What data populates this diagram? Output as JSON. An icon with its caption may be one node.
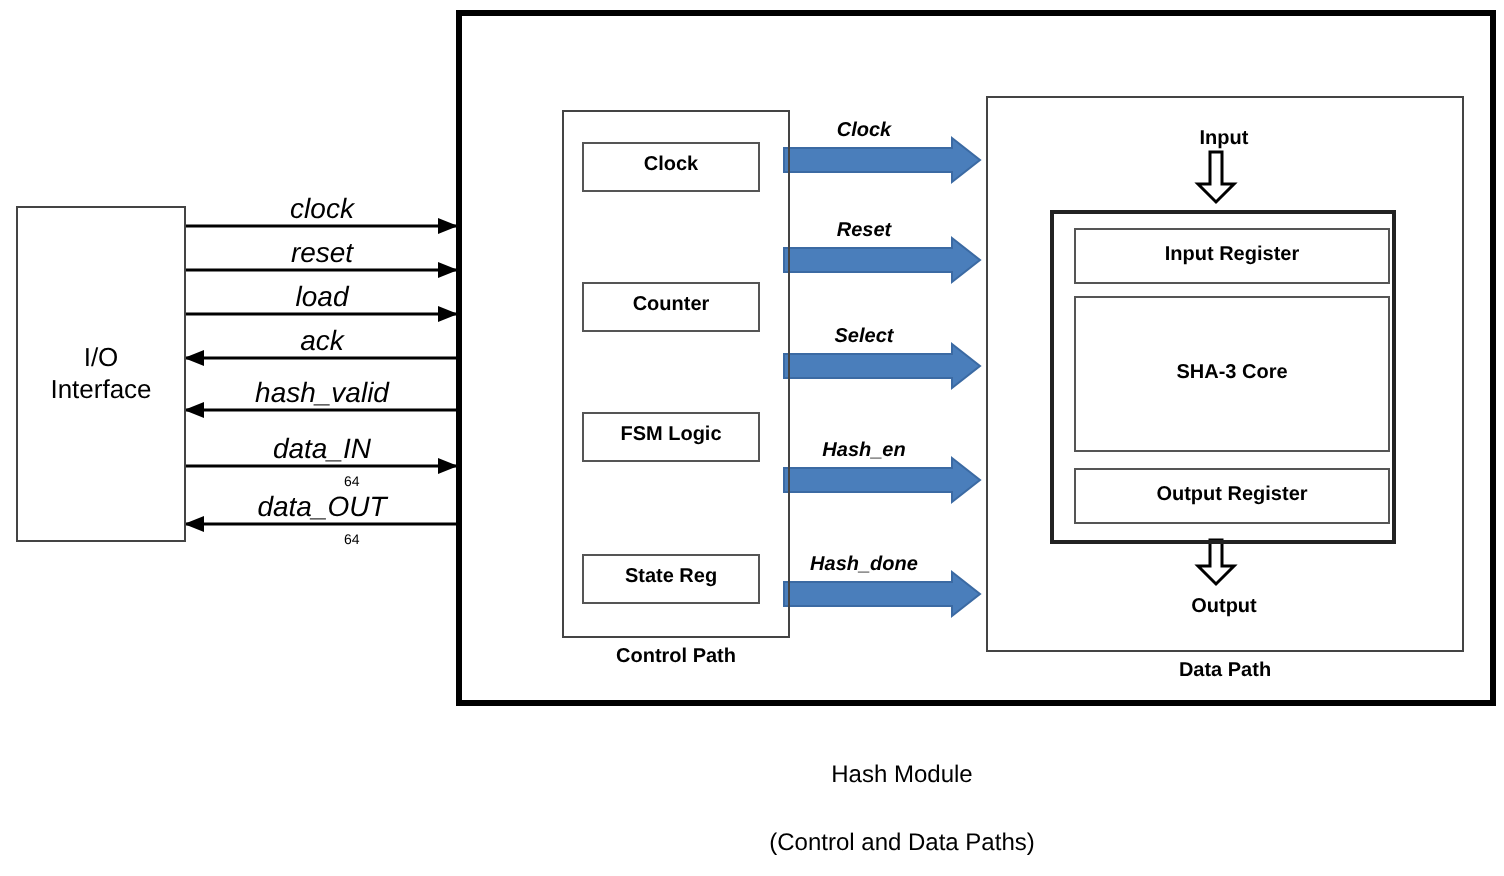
{
  "diagram": {
    "nodes": [
      {
        "text": [
          "I/O Interface"
        ]
      },
      {
        "text": [],
        "shape": "box",
        "beside": [
          "Hash Module",
          "(Control and Data Paths)"
        ]
      },
      {
        "text": [
          "Control Path"
        ],
        "in": 1
      },
      {
        "text": [
          "Clock"
        ],
        "in": 2
      },
      {
        "text": [
          "Counter"
        ],
        "in": 2
      },
      {
        "text": [
          "FSM Logic"
        ],
        "in": 2
      },
      {
        "text": [
          "State Reg"
        ],
        "in": 2
      },
      {
        "text": [
          "Data Path"
        ],
        "in": 1
      },
      {
        "text": [
          "Input"
        ],
        "in": 7
      },
      {
        "text": [],
        "shape": "box",
        "in": 7
      },
      {
        "text": [
          "Input Register"
        ],
        "in": 9
      },
      {
        "text": [
          "SHA-3 Core"
        ],
        "in": 9
      },
      {
        "text": [
          "Output Register"
        ],
        "in": 9
      },
      {
        "text": [
          "Output"
        ],
        "in": 7
      }
    ],
    "edges": [
      {
        "from": 0,
        "to": 1,
        "arrow": "to",
        "label": "clock"
      },
      {
        "from": 0,
        "to": 1,
        "arrow": "to",
        "label": "reset"
      },
      {
        "from": 0,
        "to": 1,
        "arrow": "to",
        "label": "load"
      },
      {
        "from": 1,
        "to": 0,
        "arrow": "to",
        "label": "ack"
      },
      {
        "from": 1,
        "to": 0,
        "arrow": "to",
        "label": "hash_valid"
      },
      {
        "from": 0,
        "to": 1,
        "arrow": "to",
        "label": "data_IN"
      },
      {
        "from": 1,
        "to": 0,
        "arrow": "to",
        "label": "data_OUT"
      },
      {
        "from": 2,
        "to": 7,
        "arrow": "to",
        "label": "Clock",
        "style": "thick",
        "color": "#4a7ebb"
      },
      {
        "from": 2,
        "to": 7,
        "arrow": "to",
        "label": "Reset",
        "style": "thick",
        "color": "#4a7ebb"
      },
      {
        "from": 2,
        "to": 7,
        "arrow": "to",
        "label": "Select",
        "style": "thick",
        "color": "#4a7ebb"
      },
      {
        "from": 2,
        "to": 7,
        "arrow": "to",
        "label": "Hash_en",
        "style": "thick",
        "color": "#4a7ebb"
      },
      {
        "from": 2,
        "to": 7,
        "arrow": "to",
        "label": "Hash_done",
        "style": "thick",
        "color": "#4a7ebb"
      },
      {
        "from": 8,
        "to": 9,
        "arrow": "to",
        "style": "thick"
      },
      {
        "from": 9,
        "to": 13,
        "arrow": "to",
        "style": "thick"
      }
    ],
    "labels": [
      "64",
      "64"
    ]
  }
}
